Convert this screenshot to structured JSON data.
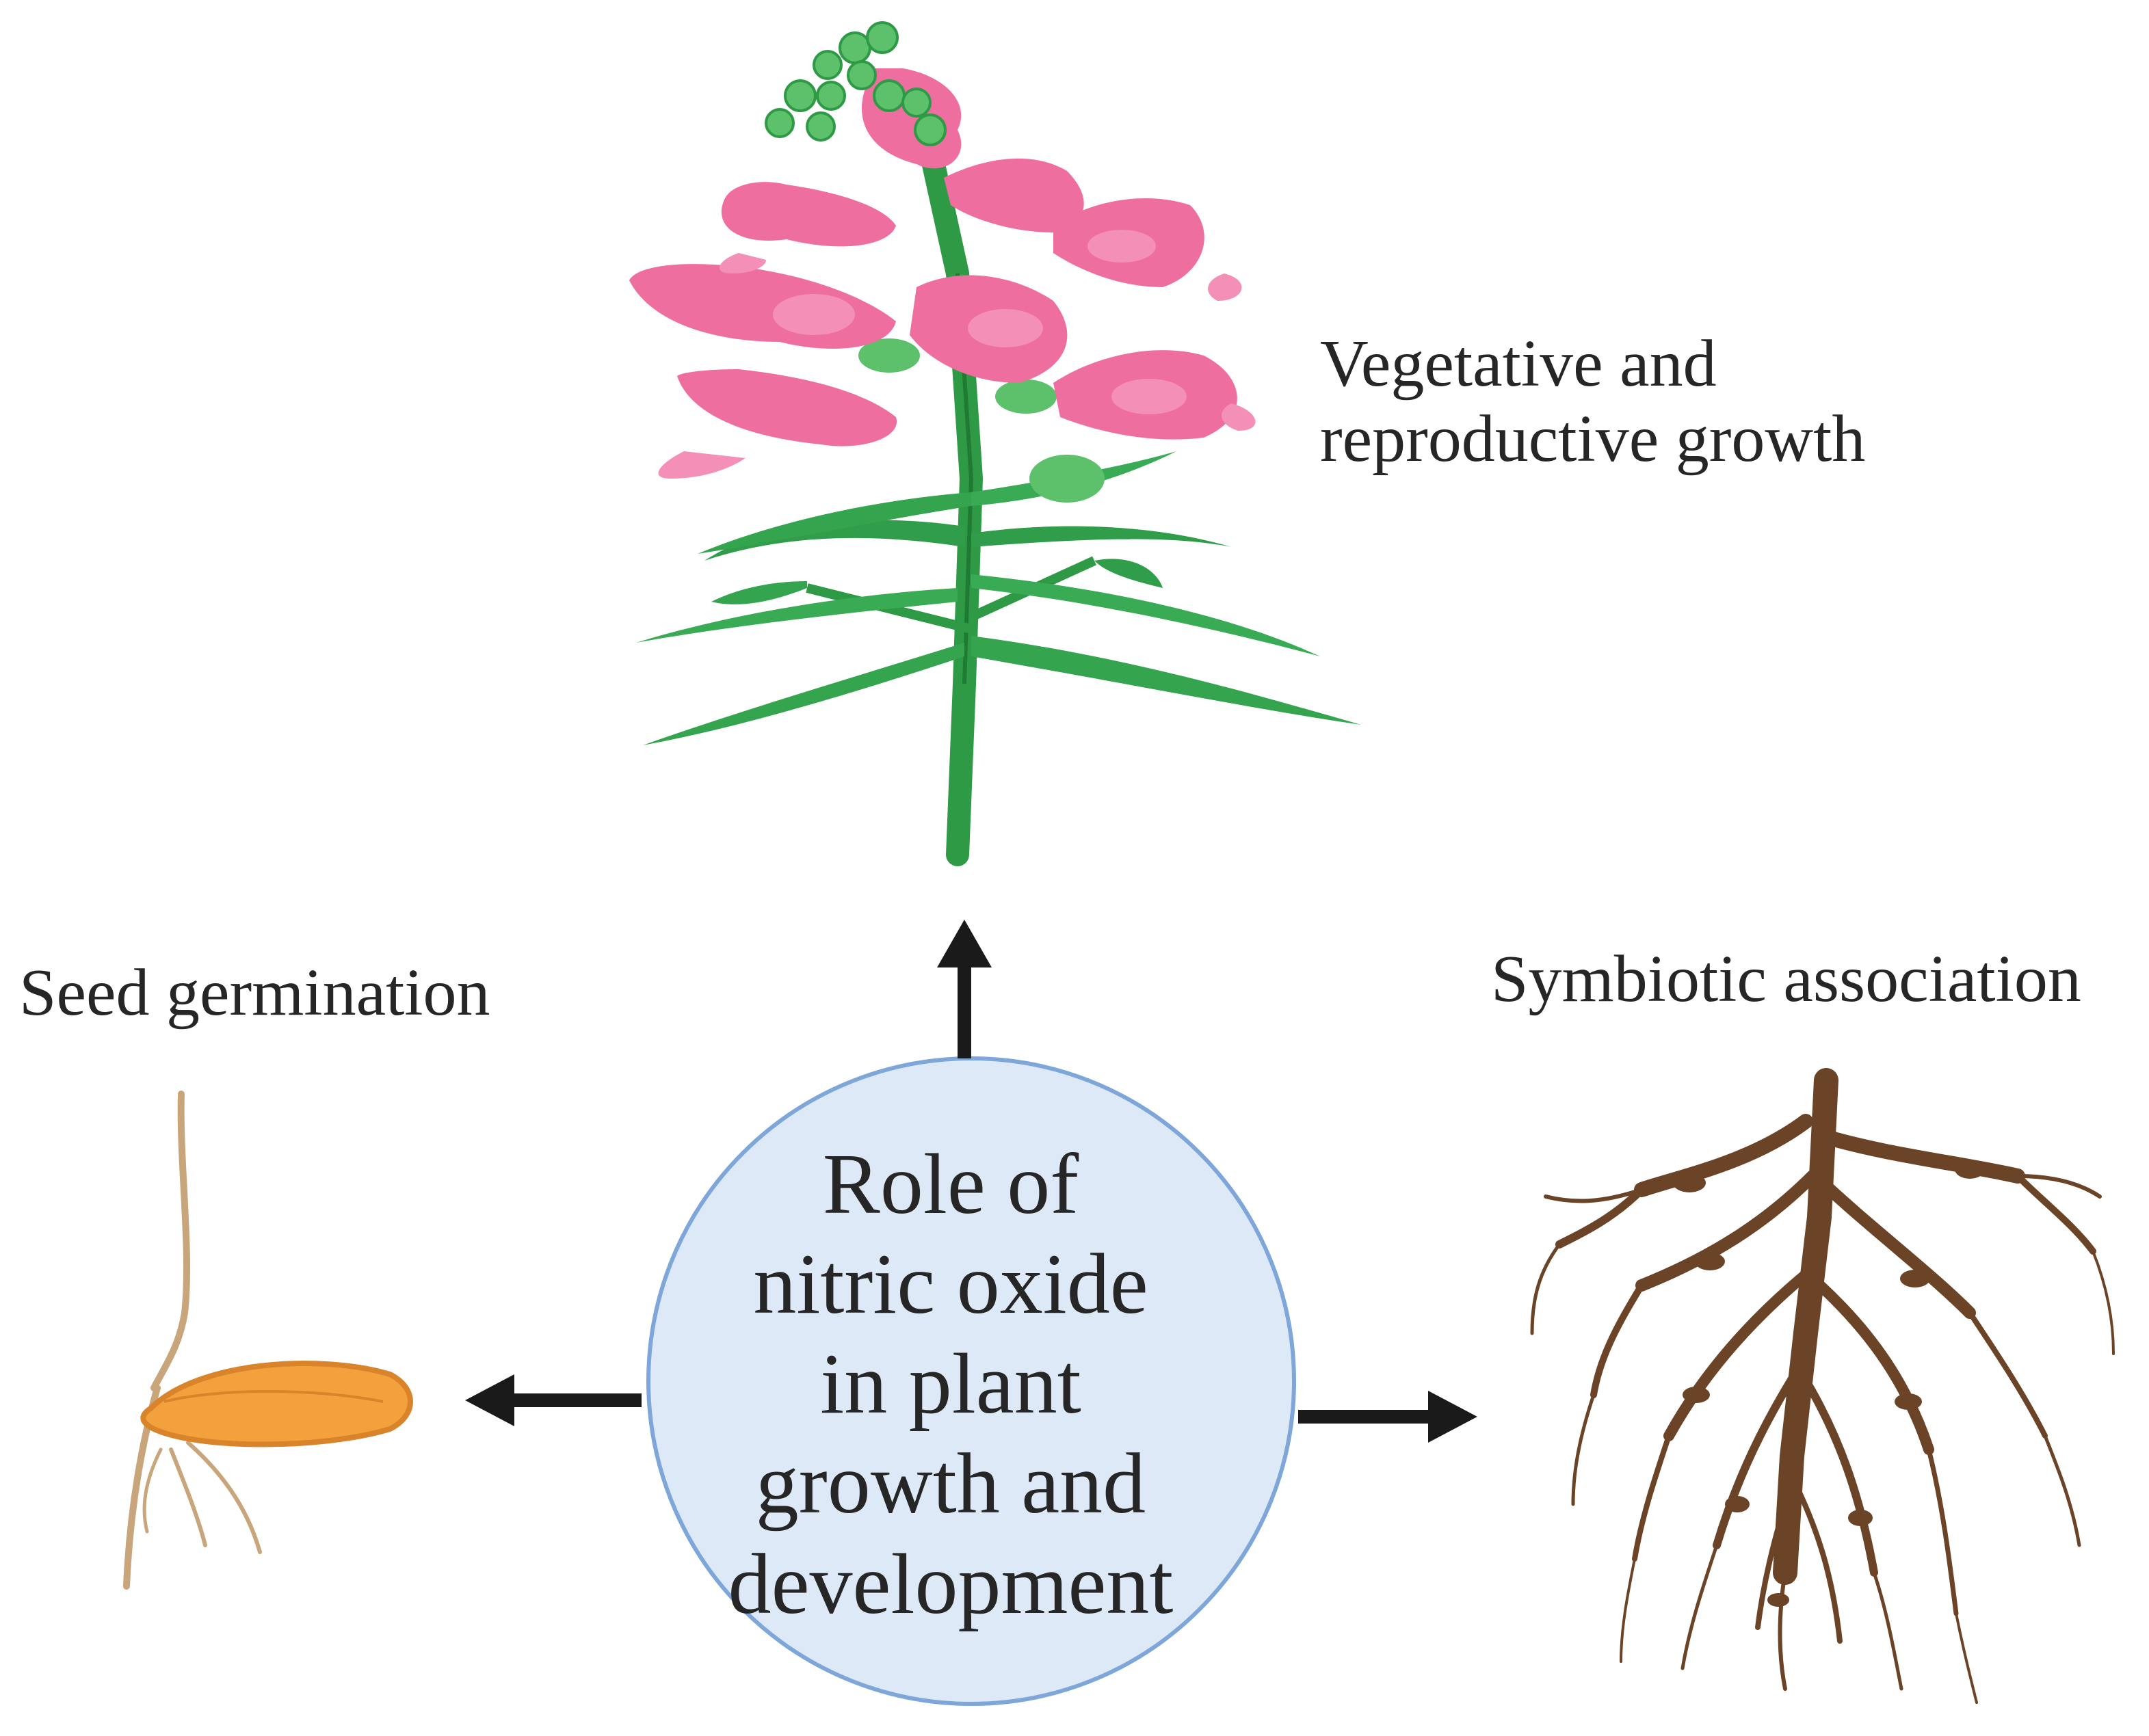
{
  "center": {
    "lines": [
      "Role of",
      "nitric oxide",
      "in plant",
      "growth and",
      "development"
    ]
  },
  "labels": {
    "vegetative": [
      "Vegetative and",
      "reproductive growth"
    ],
    "seed": "Seed germination",
    "symbiotic": "Symbiotic association"
  },
  "colors": {
    "circle_fill": "#dde9f7",
    "circle_stroke": "#7ea6d9",
    "arrow": "#1a1a1a",
    "petal": "#ef6ea0",
    "petal_light": "#f48fb8",
    "stem": "#2e9a46",
    "leaf": "#35a44f",
    "bud": "#5cc16a",
    "seed": "#f3a13c",
    "seed_edge": "#d9842a",
    "root_seed": "#c9a57c",
    "root": "#6b4326"
  },
  "icons": [
    "flowering-plant-icon",
    "germinating-seed-icon",
    "root-system-icon"
  ]
}
